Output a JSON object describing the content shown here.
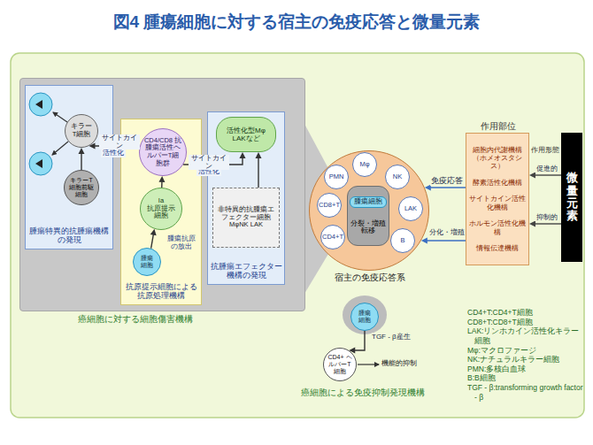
{
  "diagram": {
    "title": "図4 腫瘍細胞に対する宿主の免疫応答と微量元素",
    "nodes": [
      {
        "text": [
          "癌細胞に対する細胞傷害機構"
        ]
      },
      {
        "text": [
          "腫瘍特異的抗腫瘍機構の発現"
        ],
        "in": 0
      },
      {
        "text": [
          "キラーT細胞"
        ],
        "in": 1
      },
      {
        "text": [
          "キラーT細胞前駆細胞"
        ],
        "in": 1
      },
      {
        "text": [
          "抗原提示細胞による抗原処理機構"
        ],
        "in": 0
      },
      {
        "text": [
          "CD4/CD8 抗腫瘍活性ヘルパーT細胞群"
        ],
        "in": 4
      },
      {
        "text": [
          "Ia",
          "抗原提示細胞"
        ],
        "in": 4
      },
      {
        "text": [
          "腫瘍細胞"
        ],
        "in": 4
      },
      {
        "text": [
          "抗腫瘍エフェクター機構の発現"
        ],
        "in": 0
      },
      {
        "text": [
          "活性化型Mφ LAKなど"
        ],
        "in": 8
      },
      {
        "text": [
          "非特異的抗腫瘍エフェクター細胞 MφNK LAK"
        ],
        "in": 8
      },
      {
        "text": [
          "宿主の免疫応答系"
        ]
      },
      {
        "text": [
          "PMN"
        ],
        "in": 11
      },
      {
        "text": [
          "Mφ"
        ],
        "in": 11
      },
      {
        "text": [
          "NK"
        ],
        "in": 11
      },
      {
        "text": [
          "CD8+T"
        ],
        "in": 11
      },
      {
        "text": [
          "LAK"
        ],
        "in": 11
      },
      {
        "text": [
          "CD4+T"
        ],
        "in": 11
      },
      {
        "text": [
          "B"
        ],
        "in": 11
      },
      {
        "text": [
          "腫瘍細胞",
          "分裂・増殖 転移"
        ],
        "in": 11
      },
      {
        "text": [
          "作用部位",
          "細胞内代謝機構（ホメオスタシス）",
          "酵素活性化機構",
          "サイトカイン活性化機構",
          "ホルモン活性化機構",
          "情報伝達機構"
        ]
      },
      {
        "text": [
          "微量元素"
        ]
      },
      {
        "text": [
          "腫瘍細胞"
        ]
      },
      {
        "text": [
          "CD4+ ヘルパーT細胞"
        ]
      }
    ],
    "edges": [
      {
        "from": 5,
        "to": 2,
        "arrow": "to",
        "label": "サイトカイン"
      },
      {
        "from": 3,
        "to": 2,
        "arrow": "to"
      },
      {
        "from": 6,
        "to": 5,
        "arrow": "to"
      },
      {
        "from": 7,
        "to": 6,
        "arrow": "to"
      },
      {
        "from": 5,
        "to": 9,
        "arrow": "to",
        "label": "サイトカイン"
      },
      {
        "from": 10,
        "to": 9,
        "arrow": "to"
      },
      {
        "from": 20,
        "to": 11,
        "arrow": "to",
        "label": "免疫応答"
      },
      {
        "from": 20,
        "to": 11,
        "arrow": "to",
        "label": "分化・増殖"
      },
      {
        "from": 21,
        "to": 20,
        "arrow": "to",
        "label": "促進的"
      },
      {
        "from": 21,
        "to": 20,
        "arrow": "to",
        "label": "抑制的"
      },
      {
        "from": 22,
        "to": 23,
        "arrow": "to",
        "label": "TGF - β産生"
      }
    ],
    "labels": [
      "活性化",
      "活性化",
      "腫瘍抗原の放出",
      "作用形態",
      "機能的抑制",
      "癌細胞による免疫抑制発現機構",
      "CD4+T:CD4+T細胞",
      "CD8+T:CD8+T細胞",
      "LAK:リンホカイン活性化キラー細胞",
      "Mφ:マクロファージ",
      "NK:ナチュラルキラー細胞",
      "PMN:多核白血球",
      "B:B細胞",
      "TGF - β:transforming growth factor - β"
    ]
  }
}
